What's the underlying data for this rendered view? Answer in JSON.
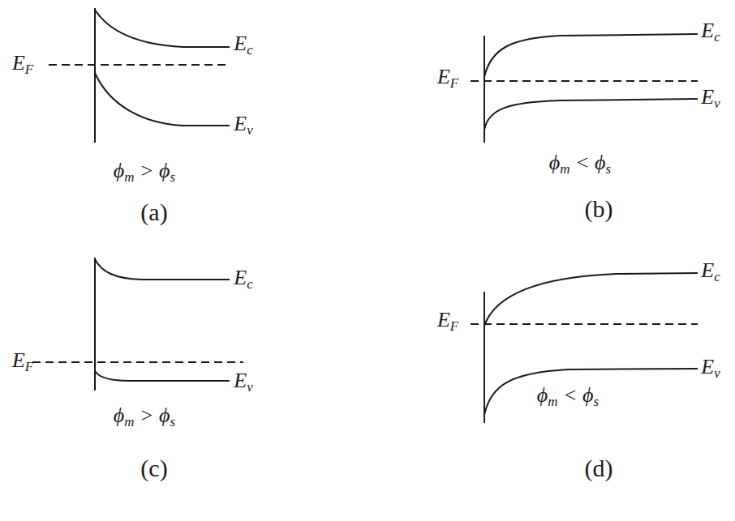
{
  "diagram": {
    "labels": [
      "EF",
      "Ec",
      "Ev",
      "ϕm > ϕs",
      "(a)",
      "Ec",
      "EF",
      "Ev",
      "ϕm < ϕs",
      "(b)",
      "Ec",
      "EF",
      "Ev",
      "ϕm > ϕs",
      "(c)",
      "Ec",
      "EF",
      "Ev",
      "ϕm < ϕs",
      "(d)"
    ]
  }
}
